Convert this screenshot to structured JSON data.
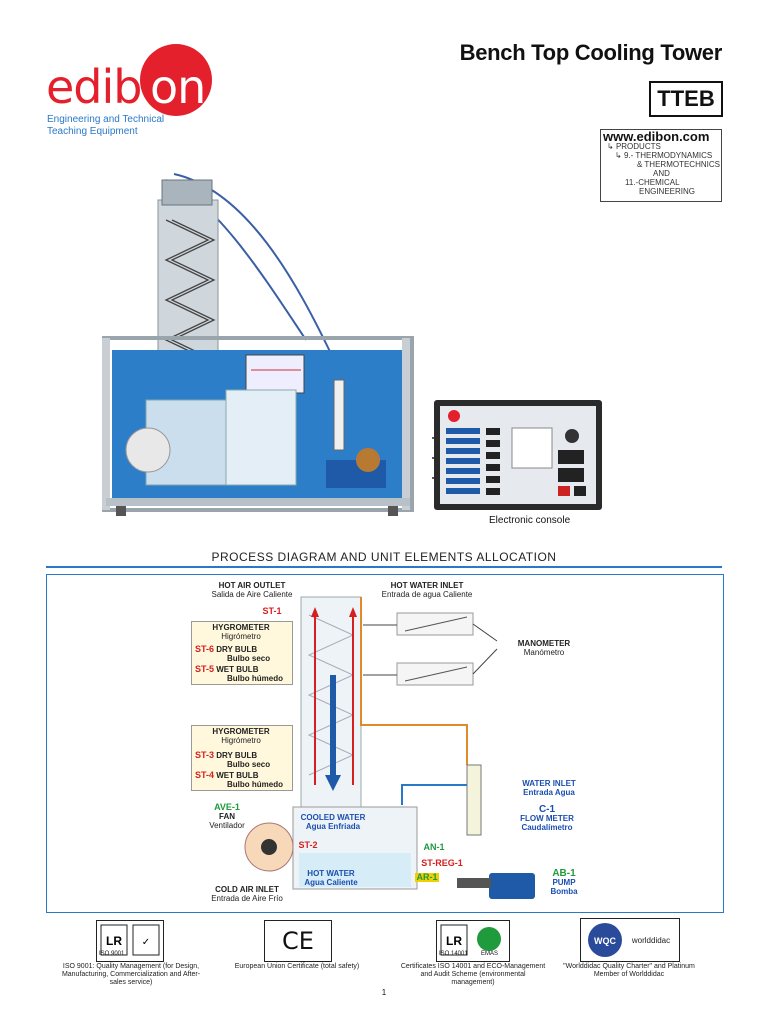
{
  "header": {
    "logo_text": "edibon",
    "tagline_line1": "Engineering and Technical",
    "tagline_line2": "Teaching Equipment",
    "title": "Bench Top Cooling Tower",
    "code": "TTEB"
  },
  "website": {
    "url": "www.edibon.com",
    "lines": [
      "PRODUCTS",
      "9.- THERMODYNAMICS",
      "& THERMOTECHNICS",
      "AND",
      "11.-CHEMICAL",
      "ENGINEERING"
    ]
  },
  "photo": {
    "console_caption": "Electronic console"
  },
  "diagram": {
    "section_title": "PROCESS DIAGRAM AND UNIT ELEMENTS ALLOCATION",
    "hot_air_outlet": "HOT AIR  OUTLET",
    "hot_air_outlet_es": "Salida de Aire Caliente",
    "hot_water_inlet": "HOT WATER INLET",
    "hot_water_inlet_es": "Entrada de agua Caliente",
    "st1": "ST-1",
    "hygrometer1": "HYGROMETER",
    "hygrometer1_es": "Higrómetro",
    "st6": "ST-6",
    "dry_bulb1": "DRY BULB",
    "dry_bulb1_es": "Bulbo seco",
    "st5": "ST-5",
    "wet_bulb1": "WET BULB",
    "wet_bulb1_es": "Bulbo húmedo",
    "manometer": "MANOMETER",
    "manometer_es": "Manómetro",
    "hygrometer2": "HYGROMETER",
    "hygrometer2_es": "Higrómetro",
    "st3": "ST-3",
    "dry_bulb2": "DRY BULB",
    "dry_bulb2_es": "Bulbo seco",
    "st4": "ST-4",
    "wet_bulb2": "WET BULB",
    "wet_bulb2_es": "Bulbo húmedo",
    "ave1": "AVE-1",
    "fan": "FAN",
    "fan_es": "Ventilador",
    "cooled_water": "COOLED WATER",
    "cooled_water_es": "Agua Enfriada",
    "st2": "ST-2",
    "water_inlet": "WATER INLET",
    "water_inlet_es": "Entrada Agua",
    "c1": "C-1",
    "flow_meter": "FLOW METER",
    "flow_meter_es": "Caudalímetro",
    "an1": "AN-1",
    "streg1": "ST-REG-1",
    "ar1": "AR-1",
    "ab1": "AB-1",
    "pump": "PUMP",
    "pump_es": "Bomba",
    "hot_water": "HOT WATER",
    "hot_water_es": "Agua Caliente",
    "cold_air_inlet": "COLD AIR INLET",
    "cold_air_inlet_es": "Entrada de Aire Frío"
  },
  "certs": [
    {
      "text": "ISO 9001: Quality Management (for Design, Manufacturing, Commercialization and After-sales service)"
    },
    {
      "text": "European Union Certificate (total safety)"
    },
    {
      "text": "Certificates ISO 14001 and ECO-Management and Audit Scheme (environmental management)"
    },
    {
      "text": "\"Worlddidac Quality Charter\" and Platinum Member of Worlddidac"
    }
  ],
  "cert_logos": {
    "iso9001": "ISO 9001",
    "ce": "CE",
    "iso14001": "ISO 14001",
    "emas": "EMAS",
    "wqc": "WQC",
    "worlddidac": "worlddidac"
  },
  "page_number": "1",
  "colors": {
    "brand_red": "#e3202b",
    "accent_blue": "#2a78c9",
    "tag_red": "#d62020",
    "tag_green": "#1f9a3c"
  }
}
